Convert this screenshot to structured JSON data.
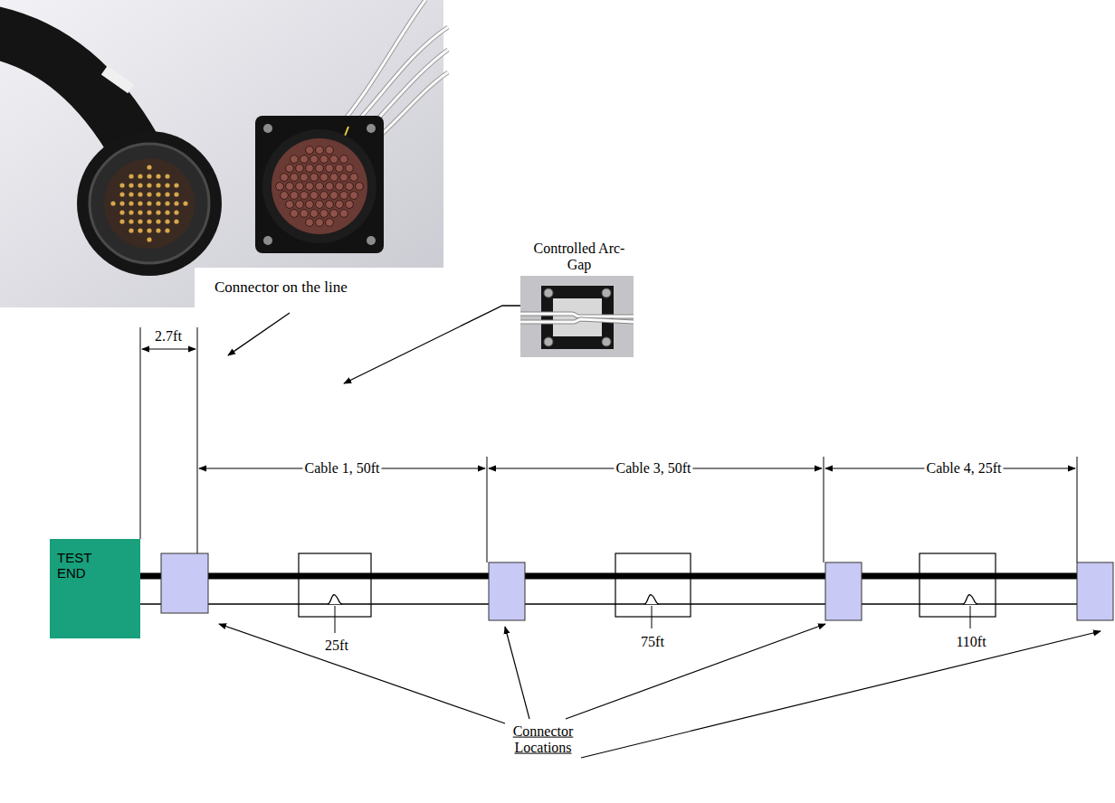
{
  "diagram": {
    "nodes": [
      {
        "text": [
          "Connector on the line"
        ]
      },
      {
        "text": [
          "TEST END"
        ]
      }
    ],
    "labels": [
      "Controlled Arc-Gap",
      "2.7ft",
      "Cable 1, 50ft",
      "Cable 3, 50ft",
      "Cable 4, 25ft",
      "25ft",
      "75ft",
      "110ft",
      "Connector Locations"
    ]
  }
}
